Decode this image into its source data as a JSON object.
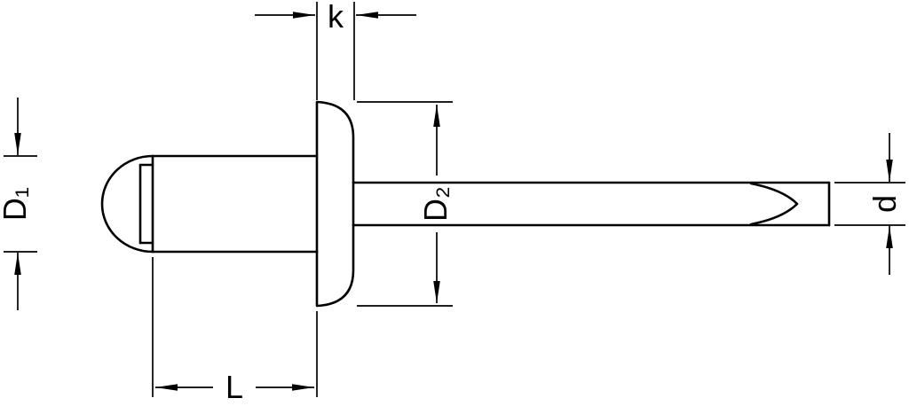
{
  "diagram": {
    "type": "technical-drawing",
    "subject": "blind-rivet-cross-section",
    "labels": {
      "k": "k",
      "d1": "D₁",
      "d2": "D₂",
      "d": "d",
      "l": "L"
    },
    "colors": {
      "line": "#000000",
      "background": "#ffffff"
    }
  }
}
